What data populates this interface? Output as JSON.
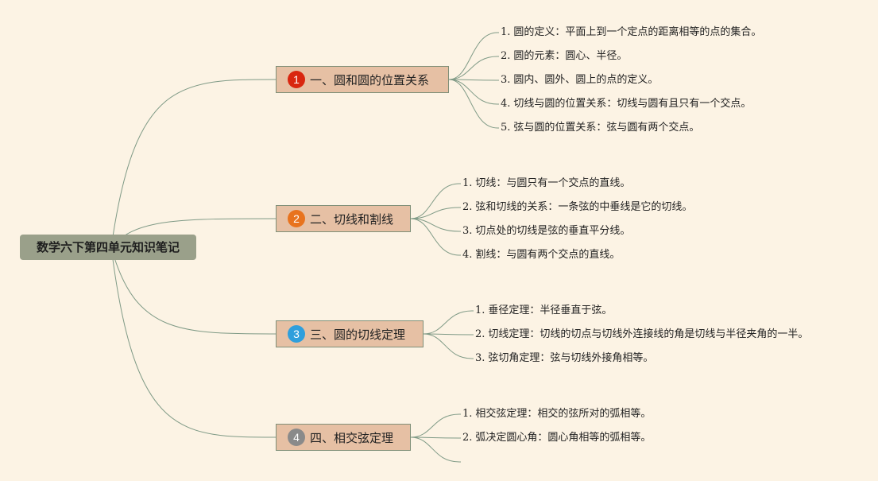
{
  "root": {
    "title": "数学六下第四单元知识笔记"
  },
  "colors": {
    "background": "#fcf3e4",
    "root_fill": "#9aa08a",
    "branch_fill": "#e6c0a4",
    "branch_border": "#7f8f78",
    "link_stroke": "#7f9a86"
  },
  "branches": [
    {
      "badge": "1",
      "badge_color": "#d9260f",
      "title": "一、圆和圆的位置关系",
      "items": [
        {
          "num": "1.",
          "text": "圆的定义：平面上到一个定点的距离相等的点的集合。"
        },
        {
          "num": "2.",
          "text": "圆的元素：圆心、半径。"
        },
        {
          "num": "3.",
          "text": "圆内、圆外、圆上的点的定义。"
        },
        {
          "num": "4.",
          "text": "切线与圆的位置关系：切线与圆有且只有一个交点。"
        },
        {
          "num": "5.",
          "text": "弦与圆的位置关系：弦与圆有两个交点。"
        }
      ]
    },
    {
      "badge": "2",
      "badge_color": "#e8731e",
      "title": "二、切线和割线",
      "items": [
        {
          "num": "1.",
          "text": "切线：与圆只有一个交点的直线。"
        },
        {
          "num": "2.",
          "text": "弦和切线的关系：一条弦的中垂线是它的切线。"
        },
        {
          "num": "3.",
          "text": "切点处的切线是弦的垂直平分线。"
        },
        {
          "num": "4.",
          "text": "割线：与圆有两个交点的直线。"
        }
      ]
    },
    {
      "badge": "3",
      "badge_color": "#2f9fdc",
      "title": "三、圆的切线定理",
      "items": [
        {
          "num": "1.",
          "text": "垂径定理：半径垂直于弦。"
        },
        {
          "num": "2.",
          "text": "切线定理：切线的切点与切线外连接线的角是切线与半径夹角的一半。"
        },
        {
          "num": "3.",
          "text": "弦切角定理：弦与切线外接角相等。"
        }
      ]
    },
    {
      "badge": "4",
      "badge_color": "#8a8a8a",
      "title": "四、相交弦定理",
      "items": [
        {
          "num": "1.",
          "text": "相交弦定理：相交的弦所对的弧相等。"
        },
        {
          "num": "2.",
          "text": "弧决定圆心角：圆心角相等的弧相等。"
        },
        {
          "num": "",
          "text": ""
        }
      ]
    }
  ]
}
